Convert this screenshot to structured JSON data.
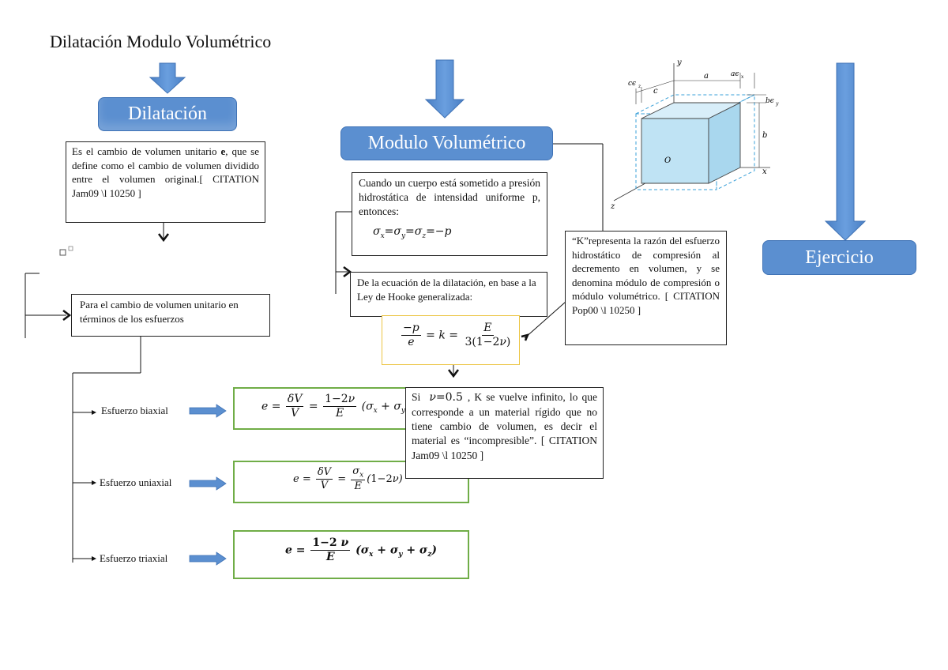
{
  "title": "Dilatación Modulo Volumétrico",
  "nodes": {
    "dilatacion": "Dilatación",
    "modulo": "Modulo Volumétrico",
    "ejercicio": "Ejercicio"
  },
  "texts": {
    "dil_def_pre": "Es el cambio de volumen unitario ",
    "dil_def_bold": "e",
    "dil_def_post": ", que se define como el cambio de volumen dividido entre el volumen original.[ CITATION Jam09 \\l 10250 ]",
    "cambio": "Para el cambio de volumen unitario en términos de los esfuerzos",
    "hidro": "Cuando un cuerpo está sometido a presión hidrostática de intensidad uniforme p, entonces:",
    "ecuacion": "De la ecuación de la dilatación, en base a la Ley de Hooke generalizada:",
    "k_def": "“K”representa la razón del esfuerzo hidrostático de compresión al decremento en volumen, y se denomina módulo de compresión o módulo volumétrico. [ CITATION Pop00 \\l 10250 ]",
    "si_pre": "Si",
    "si_post": ", K se vuelve infinito, lo que corresponde a un material rígido que no tiene cambio de volumen, es decir el material es “incompresible”. [ CITATION Jam09 \\l 10250 ]",
    "nu_value": "0.5"
  },
  "labels": {
    "biaxial": "Esfuerzo biaxial",
    "uniaxial": "Esfuerzo uniaxial",
    "triaxial": "Esfuerzo triaxial"
  },
  "cube_labels": {
    "y": "y",
    "x": "x",
    "z": "z",
    "o": "O",
    "a": "a",
    "b": "b",
    "c": "c",
    "a_eps": "aϵ",
    "b_eps": "bϵ",
    "c_eps": "cϵ",
    "eps_x": "x",
    "eps_y": "y",
    "eps_z": "z"
  },
  "colors": {
    "pill_fill": "#5b8fd0",
    "pill_border": "#3f72b5",
    "green_border": "#70ad47",
    "yellow_border": "#ecc543",
    "cube_fill": "#bfe3f4"
  }
}
